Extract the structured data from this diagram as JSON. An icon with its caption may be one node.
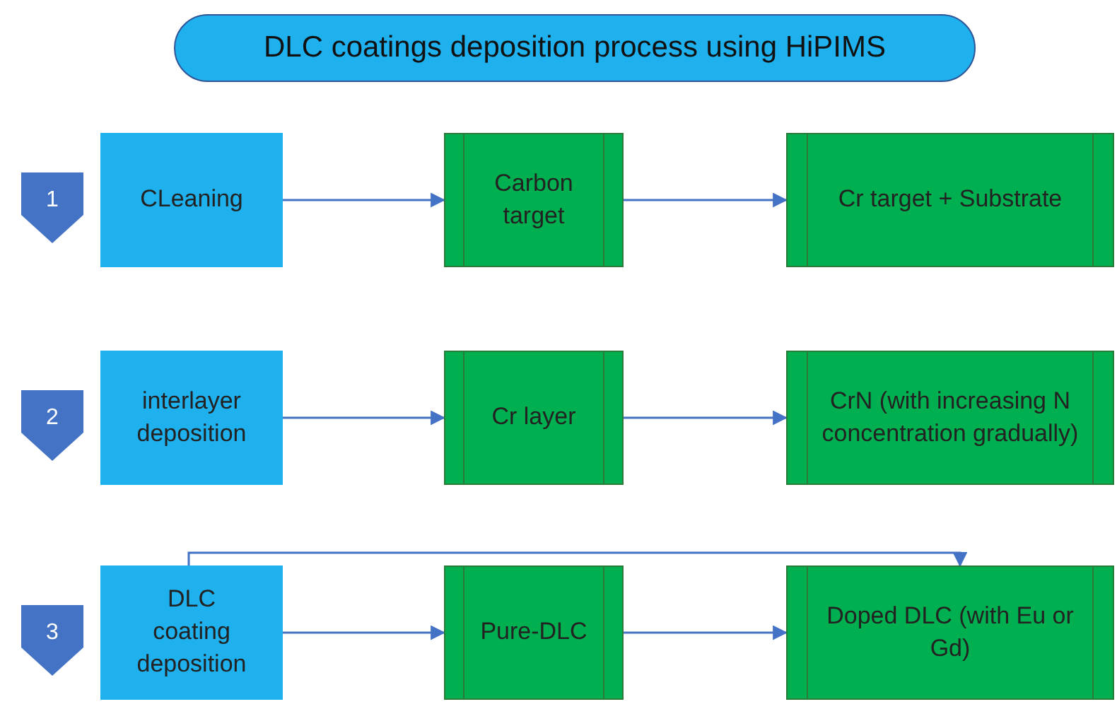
{
  "diagram": {
    "title": "DLC coatings deposition process using HiPIMS",
    "nodes": [
      {
        "text": [
          "1"
        ]
      },
      {
        "text": [
          "CLeaning"
        ]
      },
      {
        "text": [
          "Carbon target"
        ]
      },
      {
        "text": [
          "Cr target + Substrate"
        ]
      },
      {
        "text": [
          "2"
        ]
      },
      {
        "text": [
          "interlayer deposition"
        ]
      },
      {
        "text": [
          "Cr layer"
        ]
      },
      {
        "text": [
          "CrN (with increasing N concentration gradually)"
        ]
      },
      {
        "text": [
          "3"
        ]
      },
      {
        "text": [
          "DLC coating deposition"
        ]
      },
      {
        "text": [
          "Pure-DLC"
        ]
      },
      {
        "text": [
          "Doped DLC (with Eu or Gd)"
        ]
      }
    ],
    "edges": [
      {
        "from": 1,
        "to": 2,
        "arrow": "to"
      },
      {
        "from": 2,
        "to": 3,
        "arrow": "to"
      },
      {
        "from": 5,
        "to": 6,
        "arrow": "to"
      },
      {
        "from": 6,
        "to": 7,
        "arrow": "to"
      },
      {
        "from": 9,
        "to": 10,
        "arrow": "to"
      },
      {
        "from": 10,
        "to": 11,
        "arrow": "to"
      },
      {
        "from": 9,
        "to": 11,
        "arrow": "to"
      }
    ]
  }
}
